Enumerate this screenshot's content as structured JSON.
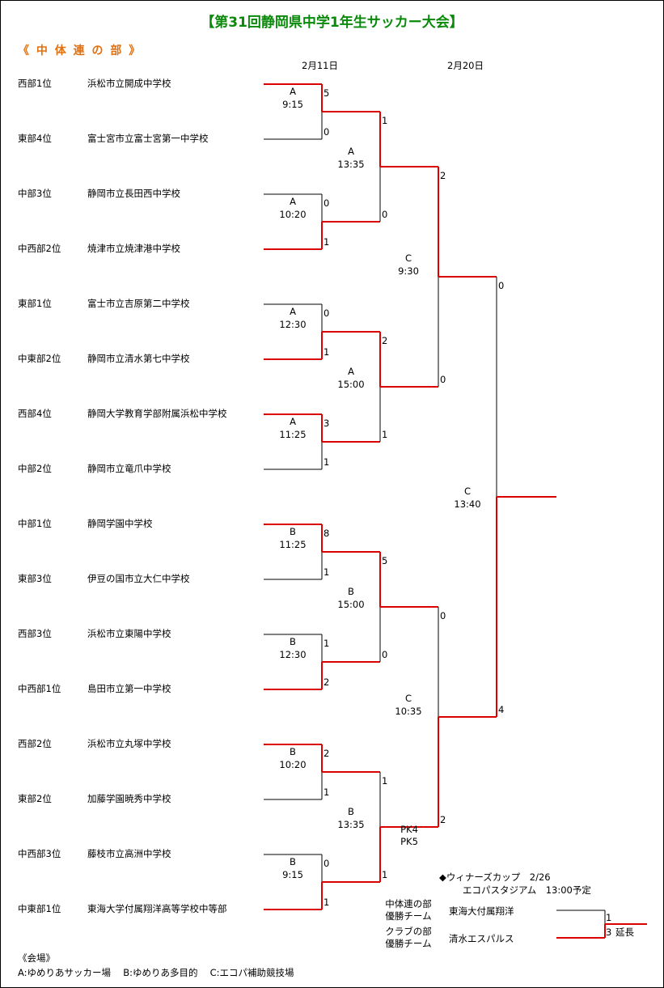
{
  "title": "【第31回静岡県中学1年生サッカー大会】",
  "section": "《 中 体 連 の 部 》",
  "dates": {
    "round1": "2月11日",
    "final_rounds": "2月20日"
  },
  "teams": [
    {
      "rank": "西部1位",
      "name": "浜松市立開成中学校"
    },
    {
      "rank": "東部4位",
      "name": "富士宮市立富士宮第一中学校"
    },
    {
      "rank": "中部3位",
      "name": "静岡市立長田西中学校"
    },
    {
      "rank": "中西部2位",
      "name": "焼津市立焼津港中学校"
    },
    {
      "rank": "東部1位",
      "name": "富士市立吉原第二中学校"
    },
    {
      "rank": "中東部2位",
      "name": "静岡市立清水第七中学校"
    },
    {
      "rank": "西部4位",
      "name": "静岡大学教育学部附属浜松中学校"
    },
    {
      "rank": "中部2位",
      "name": "静岡市立竜爪中学校"
    },
    {
      "rank": "中部1位",
      "name": "静岡学園中学校"
    },
    {
      "rank": "東部3位",
      "name": "伊豆の国市立大仁中学校"
    },
    {
      "rank": "西部3位",
      "name": "浜松市立東陽中学校"
    },
    {
      "rank": "中西部1位",
      "name": "島田市立第一中学校"
    },
    {
      "rank": "西部2位",
      "name": "浜松市立丸塚中学校"
    },
    {
      "rank": "東部2位",
      "name": "加藤学園暁秀中学校"
    },
    {
      "rank": "中西部3位",
      "name": "藤枝市立高洲中学校"
    },
    {
      "rank": "中東部1位",
      "name": "東海大学付属翔洋高等学校中等部"
    }
  ],
  "matches": {
    "r1": [
      {
        "venue": "A",
        "time": "9:15",
        "top": "5",
        "bottom": "0"
      },
      {
        "venue": "A",
        "time": "10:20",
        "top": "0",
        "bottom": "1"
      },
      {
        "venue": "A",
        "time": "12:30",
        "top": "0",
        "bottom": "1"
      },
      {
        "venue": "A",
        "time": "11:25",
        "top": "3",
        "bottom": "1"
      },
      {
        "venue": "B",
        "time": "11:25",
        "top": "8",
        "bottom": "1"
      },
      {
        "venue": "B",
        "time": "12:30",
        "top": "1",
        "bottom": "2"
      },
      {
        "venue": "B",
        "time": "10:20",
        "top": "2",
        "bottom": "1"
      },
      {
        "venue": "B",
        "time": "9:15",
        "top": "0",
        "bottom": "1"
      }
    ],
    "qf": [
      {
        "venue": "A",
        "time": "13:35",
        "top": "1",
        "bottom": "0"
      },
      {
        "venue": "A",
        "time": "15:00",
        "top": "2",
        "bottom": "1"
      },
      {
        "venue": "B",
        "time": "15:00",
        "top": "5",
        "bottom": "0"
      },
      {
        "venue": "B",
        "time": "13:35",
        "top": "1",
        "bottom": "1"
      }
    ],
    "sf": [
      {
        "venue": "C",
        "time": "9:30",
        "top": "2",
        "bottom": "0"
      },
      {
        "venue": "C",
        "time": "10:35",
        "top": "0",
        "bottom": "2"
      }
    ],
    "final": {
      "venue": "C",
      "time": "13:40",
      "top": "0",
      "bottom": "4"
    },
    "pk": {
      "top": "PK4",
      "bottom": "PK5"
    }
  },
  "winners_cup": {
    "heading": "◆ウィナーズカップ　2/26",
    "venue_line": "エコパスタジアム　13:00予定",
    "junior_label_1": "中体連の部",
    "junior_label_2": "優勝チーム",
    "junior_team": "東海大付属翔洋",
    "club_label_1": "クラブの部",
    "club_label_2": "優勝チーム",
    "club_team": "清水エスパルス",
    "score_top": "1",
    "score_bottom": "3",
    "extra": "延長"
  },
  "venues": {
    "heading": "《会場》",
    "list": "A:ゆめりあサッカー場　 B:ゆめりあ多目的 　C:エコパ補助競技場"
  },
  "colors": {
    "winner_line": "#dd0000",
    "loser_line": "#000000",
    "title": "#0a8a0a",
    "section": "#e07010"
  }
}
